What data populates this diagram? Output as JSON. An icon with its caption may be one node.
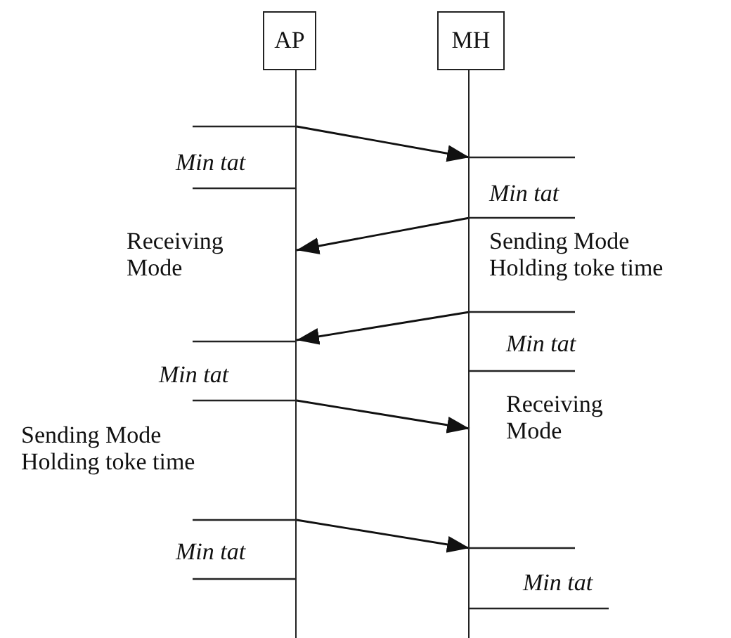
{
  "diagram": {
    "nodes": [
      {
        "text": [
          "AP"
        ]
      },
      {
        "text": [
          "MH"
        ]
      }
    ],
    "edges": [
      {
        "from": 0,
        "to": 1,
        "arrow": "to"
      },
      {
        "from": 1,
        "to": 0,
        "arrow": "to"
      },
      {
        "from": 1,
        "to": 0,
        "arrow": "to"
      },
      {
        "from": 0,
        "to": 1,
        "arrow": "to"
      },
      {
        "from": 0,
        "to": 1,
        "arrow": "to"
      }
    ],
    "labels": [
      "Min tat",
      "Min tat",
      "Receiving Mode",
      "Sending Mode Holding toke time",
      "Min tat",
      "Min tat",
      "Receiving Mode",
      "Sending Mode Holding toke time",
      "Min tat",
      "Min tat"
    ]
  }
}
